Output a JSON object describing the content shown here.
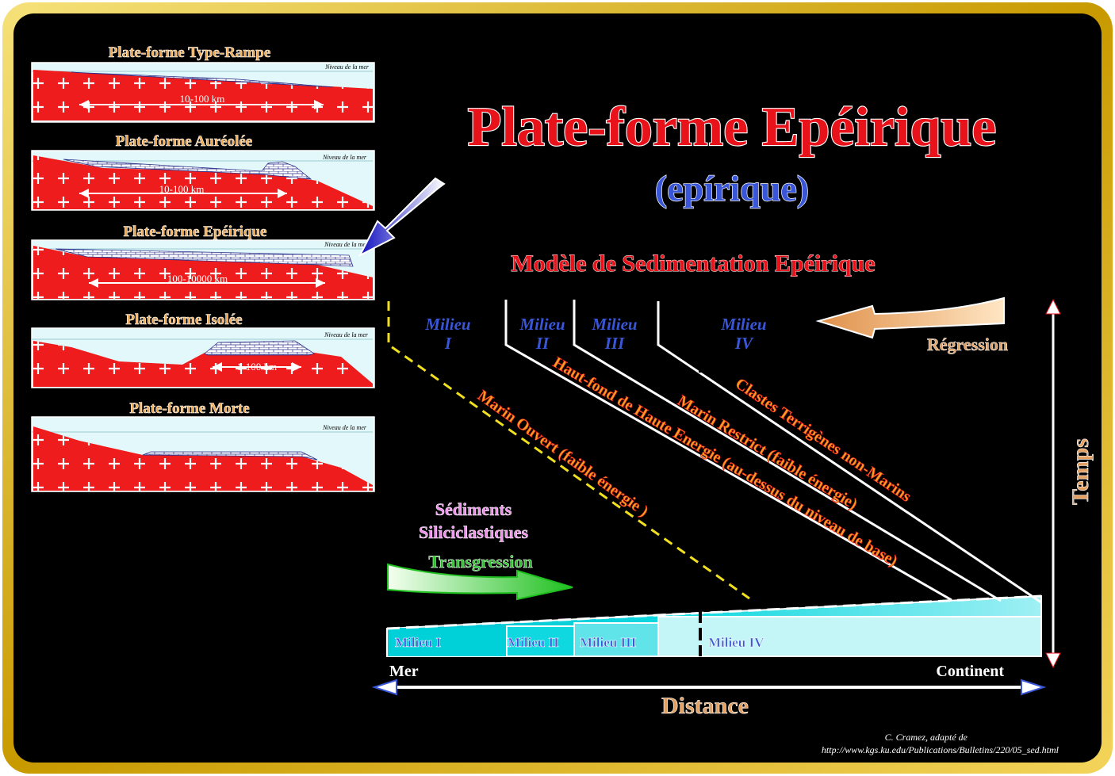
{
  "title": "Plate-forme Epéirique",
  "subtitle": "(epírique)",
  "model_title": "Modèle de Sedimentation Epéirique",
  "panels": [
    {
      "title": "Plate-forme Type-Rampe",
      "sea_label": "Niveau de la mer",
      "scale": "10-100 km"
    },
    {
      "title": "Plate-forme Auréolée",
      "sea_label": "Niveau de la mer",
      "scale": "10-100 km"
    },
    {
      "title": "Plate-forme Epéirique",
      "sea_label": "Niveau de la mer",
      "scale": "100-10000 km"
    },
    {
      "title": "Plate-forme Isolée",
      "sea_label": "Niveau de la mer",
      "scale": "1-100 km"
    },
    {
      "title": "Plate-forme Morte",
      "sea_label": "Niveau de la mer",
      "scale": ""
    }
  ],
  "milieux_top": [
    {
      "l1": "Milieu",
      "l2": "I"
    },
    {
      "l1": "Milieu",
      "l2": "II"
    },
    {
      "l1": "Milieu",
      "l2": "III"
    },
    {
      "l1": "Milieu",
      "l2": "IV"
    }
  ],
  "milieux_bottom": [
    "Milieu I",
    "Milieu II",
    "Milieu III",
    "Milieu IV"
  ],
  "facies": {
    "marin_ouvert": "Marin Ouvert (faible énergie )",
    "haut_fond": "Haut-fond de Haute Energie (au-dessus du niveau de base)",
    "marin_restrict": "Marin Restrict (faible énergie)",
    "clastes": "Clastes Terrigènes non-Marins"
  },
  "regression": "Régression",
  "transgression": "Transgression",
  "sediments": {
    "l1": "Sédiments",
    "l2": "Siliciclastiques"
  },
  "axis": {
    "time": "Temps",
    "distance": "Distance",
    "left_end": "Mer",
    "right_end": "Continent"
  },
  "credit": {
    "l1": "C. Cramez, adapté de",
    "l2": "http://www.kgs.ku.edu/Publications/Bulletins/220/05_sed.html"
  },
  "colors": {
    "title_red": "#e8121a",
    "milieu_blue": "#3a56d8",
    "facies_orange": "#f5a020",
    "arrow_tan": "#e4a060",
    "crust_red": "#ee1c1c",
    "sea_pale": "#e2f8fa",
    "cyan": "#00d0d8",
    "frame_gold": "#e8c000"
  }
}
